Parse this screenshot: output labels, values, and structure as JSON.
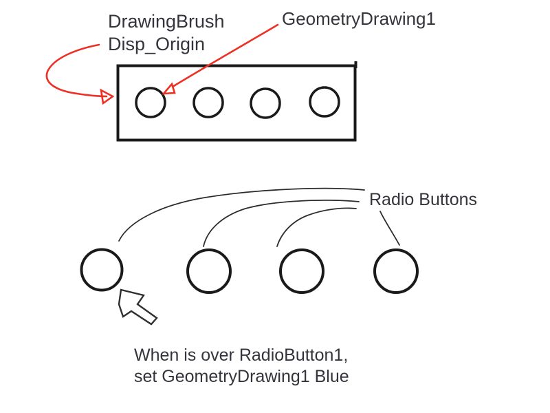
{
  "colors": {
    "background": "#ffffff",
    "ink": "#1a1a1a",
    "connector_line": "#2c2c2c",
    "accent_red": "#ee2f24",
    "text": "#34343c"
  },
  "labels": {
    "drawing_brush_line1": "DrawingBrush",
    "drawing_brush_line2": "Disp_Origin",
    "geometry_drawing": "GeometryDrawing1",
    "radio_buttons": "Radio Buttons"
  },
  "note": {
    "line1": "When is over RadioButton1,",
    "line2": "set GeometryDrawing1 Blue"
  },
  "diagram": {
    "panel_circle_count": 4,
    "radio_button_count": 4,
    "annotations": [
      "red arrow from Disp_Origin label to left edge of panel",
      "red arrow from GeometryDrawing1 label to first panel circle",
      "curved lines from Radio Buttons label to each radio circle",
      "hand-drawn cursor pointing at RadioButton1"
    ]
  }
}
